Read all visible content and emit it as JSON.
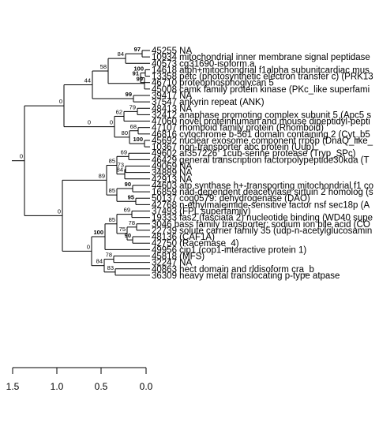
{
  "leaves": [
    "45255 NA",
    "10934 mitochondrial inner membrane signal peptidase",
    "40573 cg31690-isoform a",
    "14618 atph+mitochondrial f1alpha subunitcardiac mus",
    "13358 petc (photosynthetic electron transfer c) (PRK13",
    "46710 proteophosphoglycan 5",
    "45008 camk family protein kinase (PKc_like superfami",
    "39417 NA",
    "37547 ankyrin repeat (ANK)",
    "48413 NA",
    "32412 anaphase promoting complex subunit 5 (Apc5 s",
    "47060 novel proteinhuman and mouse dipeptidyl-pepti",
    "47107 rhomboid family protein (Rhomboid)",
    "46816 cytochrome b-561 domain containing 2 (Cyt_b5",
    "45692 nuclear exosome component rrp6p (DnaQ_like_",
    "10367 non-transporter abc protein (Uup)",
    "49602 af357226_1cub-serine protease (Tryp_SPc)",
    "46429 general transcription factorpolypeptide30kda (T",
    "49069 NA",
    "34889 NA",
    "42913 NA",
    "44603 atp synthase h+-transporting mitochondrial f1 co",
    "16859 nad-dependent deacetylase sirtuin 2 homolog (s",
    "50137 cog0579: dehydrogenase (DAO)",
    "42768 n-ethylmaleimide-sensitive factor nsf sec18p (A",
    "37493 (FPL superfamily)",
    "19333 fas2 (fasciata 2) nucleotide binding (WD40 supe",
    "3046 bass family transporter: sodium ion bile acid (CO",
    "22739 solute carrier family 35 (udp-n-acetylglucosamin",
    "48136 (CAF1A)",
    "42750 (Racemase_4)",
    "49956 cip1 (cop1-interactive protein 1)",
    "45818 (MFS)",
    "32247 NA",
    "40863 hect domain and rldisoform cra_b",
    "36309 heavy metal translocating p-type atpase"
  ],
  "bootstrap": {
    "n1": "97",
    "n2": "84",
    "n3": "100",
    "n4": "91",
    "n5": "99",
    "n6": "58",
    "n7": "44",
    "n8": "99",
    "n9": "0",
    "n10": "79",
    "n11": "68",
    "n12": "100",
    "n13": "80",
    "n14": "0",
    "n15": "62",
    "n16": "0",
    "n17": "69",
    "n18": "73",
    "n19": "84",
    "n20": "85",
    "n21": "90",
    "n22": "95",
    "n23": "85",
    "n24": "89",
    "n25": "69",
    "n26": "85",
    "n27": "78",
    "n28": "75",
    "n29": "90",
    "n30": "100",
    "n31": "78",
    "n32": "83",
    "n33": "84",
    "n34": "0",
    "n35": "0",
    "n36": "0"
  },
  "scale_ticks": [
    "1.5",
    "1.0",
    "0.5",
    "0.0"
  ]
}
